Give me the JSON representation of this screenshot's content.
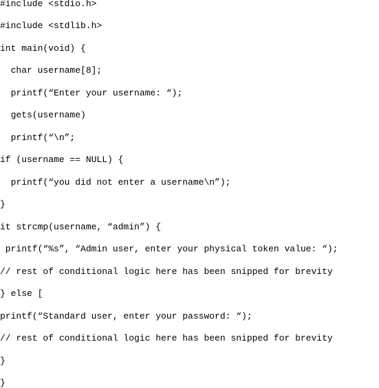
{
  "code": {
    "lines": [
      "#include <stdio.h>",
      "#include <stdlib.h>",
      "int main(void) {",
      "  char username[8];",
      "  printf(“Enter your username: “);",
      "  gets(username)",
      "  printf(“\\n”;",
      "if (username == NULL) {",
      "  printf(“you did not enter a username\\n”);",
      "}",
      "it strcmp(username, “admin”) {",
      " printf(“%s”, “Admin user, enter your physical token value: “);",
      "// rest of conditional logic here has been snipped for brevity",
      "} else [",
      "printf(“Standard user, enter your password: “);",
      "// rest of conditional logic here has been snipped for brevity",
      "}",
      "}"
    ]
  },
  "colors": {
    "background": "#ffffff",
    "text": "#000000"
  }
}
